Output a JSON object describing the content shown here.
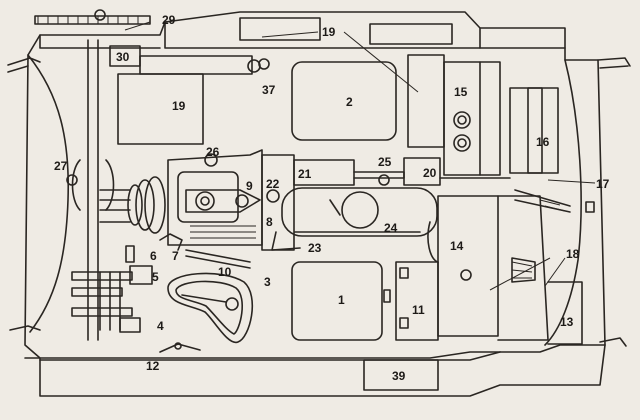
{
  "diagram": {
    "labels": {
      "l1": "1",
      "l2": "2",
      "l3": "3",
      "l4": "4",
      "l5": "5",
      "l6": "6",
      "l7": "7",
      "l8": "8",
      "l9": "9",
      "l10": "10",
      "l11": "11",
      "l12": "12",
      "l13": "13",
      "l14": "14",
      "l15": "15",
      "l16": "16",
      "l17": "17",
      "l18": "18",
      "l19a": "19",
      "l19b": "19",
      "l20": "20",
      "l21": "21",
      "l22": "22",
      "l23": "23",
      "l24": "24",
      "l25": "25",
      "l26": "26",
      "l27": "27",
      "l29": "29",
      "l30": "30",
      "l37": "37",
      "l39": "39"
    },
    "colors": {
      "ink": "#2a2622",
      "paper": "#efebe4"
    }
  }
}
